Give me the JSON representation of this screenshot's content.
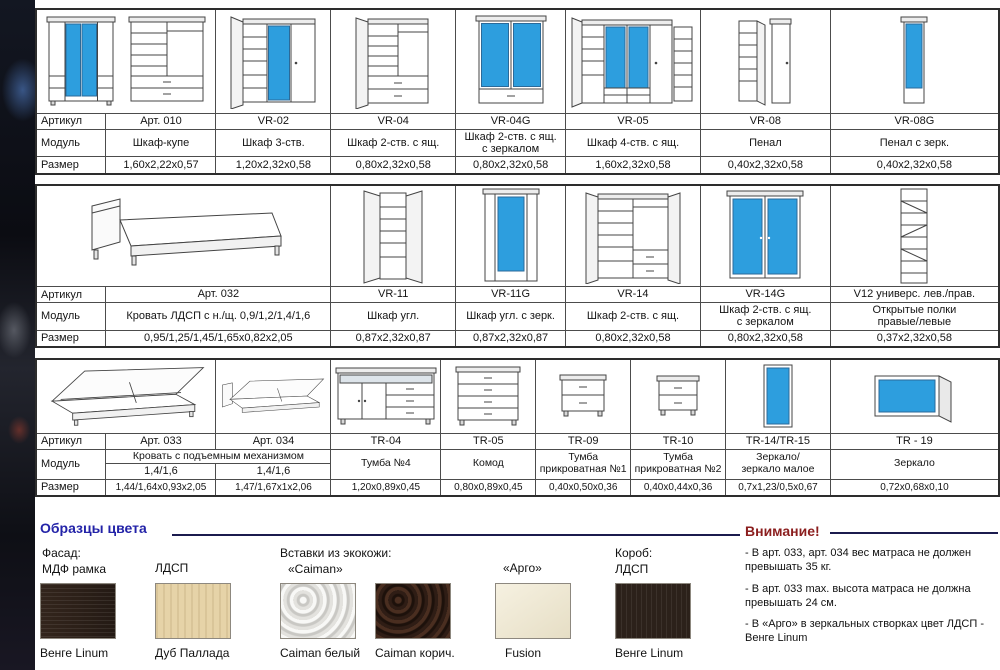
{
  "colors": {
    "mirror_blue": "#2D9EDE",
    "heading_blue": "#2323A8",
    "attention_red": "#8B1E1E",
    "line_dark": "#1b1b4e"
  },
  "table1": {
    "labels": {
      "article": "Артикул",
      "module": "Модуль",
      "size": "Размер"
    },
    "cols": [
      {
        "article": "Арт. 010",
        "module": "Шкаф-купе",
        "size": "1,60х2,22х0,57"
      },
      {
        "article": "VR-02",
        "module": "Шкаф 3-ств.",
        "size": "1,20х2,32х0,58"
      },
      {
        "article": "VR-04",
        "module": "Шкаф 2-ств. с ящ.",
        "size": "0,80х2,32х0,58"
      },
      {
        "article": "VR-04G",
        "module": "Шкаф 2-ств. с ящ.\nс зеркалом",
        "size": "0,80х2,32х0,58"
      },
      {
        "article": "VR-05",
        "module": "Шкаф 4-ств. с ящ.",
        "size": "1,60х2,32х0,58"
      },
      {
        "article": "VR-08",
        "module": "Пенал",
        "size": "0,40х2,32х0,58"
      },
      {
        "article": "VR-08G",
        "module": "Пенал с зерк.",
        "size": "0,40х2,32х0,58"
      }
    ]
  },
  "table2": {
    "labels": {
      "article": "Артикул",
      "module": "Модуль",
      "size": "Размер"
    },
    "cols": [
      {
        "article": "Арт. 032",
        "module": "Кровать ЛДСП с н./щ. 0,9/1,2/1,4/1,6",
        "size": "0,95/1,25/1,45/1,65х0,82х2,05"
      },
      {
        "article": "VR-11",
        "module": "Шкаф угл.",
        "size": "0,87х2,32х0,87"
      },
      {
        "article": "VR-11G",
        "module": "Шкаф угл. с зерк.",
        "size": "0,87х2,32х0,87"
      },
      {
        "article": "VR-14",
        "module": "Шкаф 2-ств. с ящ.",
        "size": "0,80х2,32х0,58"
      },
      {
        "article": "VR-14G",
        "module": "Шкаф 2-ств. с ящ.\nс зеркалом",
        "size": "0,80х2,32х0,58"
      },
      {
        "article": "V12 универс. лев./прав.",
        "module": "Открытые полки\nправые/левые",
        "size": "0,37х2,32х0,58"
      }
    ]
  },
  "table3": {
    "labels": {
      "article": "Артикул",
      "module": "Модуль",
      "size": "Размер"
    },
    "bed_module_header": "Кровать с подъемным механизмом",
    "cols": [
      {
        "article": "Арт. 033",
        "module": "1,4/1,6",
        "size": "1,44/1,64х0,93х2,05"
      },
      {
        "article": "Арт. 034",
        "module": "1,4/1,6",
        "size": "1,47/1,67х1х2,06"
      },
      {
        "article": "TR-04",
        "module": "Тумба №4",
        "size": "1,20х0,89х0,45"
      },
      {
        "article": "TR-05",
        "module": "Комод",
        "size": "0,80х0,89х0,45"
      },
      {
        "article": "TR-09",
        "module": "Тумба\nприкроватная №1",
        "size": "0,40х0,50х0,36"
      },
      {
        "article": "TR-10",
        "module": "Тумба\nприкроватная №2",
        "size": "0,40х0,44х0,36"
      },
      {
        "article": "TR-14/TR-15",
        "module": "Зеркало/\nзеркало малое",
        "size": "0,7х1,23/0,5х0,67"
      },
      {
        "article": "TR - 19",
        "module": "Зеркало",
        "size": "0,72х0,68х0,10"
      }
    ]
  },
  "samples": {
    "title": "Образцы цвета",
    "facade_header_line1": "Фасад:",
    "facade_header_line2": "МДФ рамка",
    "ldsp_header": "ЛДСП",
    "eco_header": "Вставки из экокожи:",
    "caiman_header": "«Caiman»",
    "argo_header": "«Арго»",
    "korob_header_line1": "Короб:",
    "korob_header_line2": "ЛДСП",
    "swatch_labels": [
      "Венге Linum",
      "Дуб Паллада",
      "Caiman белый",
      "Caiman корич.",
      "Fusion",
      "Венге Linum"
    ]
  },
  "attention": {
    "title": "Внимание!",
    "notes": [
      "- В арт. 033, арт. 034 вес матраса не должен превышать 35 кг.",
      "- В арт. 033 max. высота матраса не должна превышать 24 см.",
      "- В «Арго» в зеркальных створках цвет ЛДСП - Венге Linum"
    ]
  }
}
